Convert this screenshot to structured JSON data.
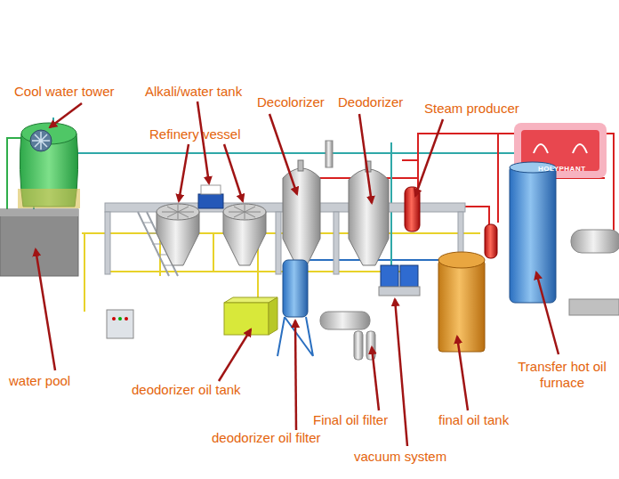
{
  "diagram": {
    "labels": [
      "Cool water tower",
      "Alkali/water tank",
      "Decolorizer",
      "Deodorizer",
      "Steam producer",
      "Refinery vessel",
      "HOLYPHANT",
      "water pool",
      "deodorizer oil tank",
      "Final oil filter",
      "final oil tank",
      "Transfer hot oil furnace",
      "deodorizer oil filter",
      "vacuum system"
    ]
  }
}
